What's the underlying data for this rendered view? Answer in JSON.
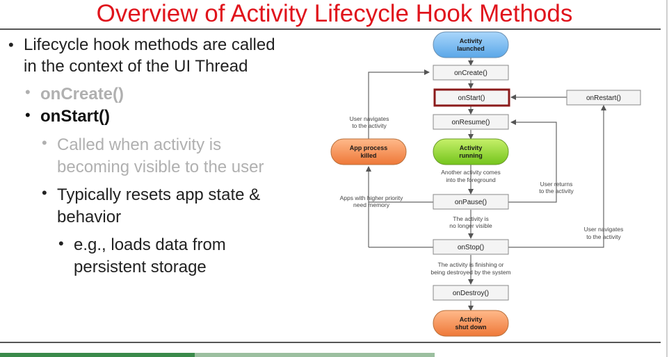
{
  "title": "Overview of Activity Lifecycle Hook Methods",
  "bullets": {
    "b1_line1": "Lifecycle hook methods are called",
    "b1_line2": "in the context of the UI Thread",
    "b2": "onCreate()",
    "b3": "onStart()",
    "b4_line1": "Called when activity is",
    "b4_line2": "becoming visible to the user",
    "b5_line1": "Typically resets app state &",
    "b5_line2": "behavior",
    "b6_line1": "e.g., loads data from",
    "b6_line2": "persistent storage"
  },
  "diagram": {
    "launched": [
      "Activity",
      "launched"
    ],
    "onCreate": "onCreate()",
    "onStart": "onStart()",
    "onRestart": "onRestart()",
    "onResume": "onResume()",
    "running": [
      "Activity",
      "running"
    ],
    "killed": [
      "App process",
      "killed"
    ],
    "onPause": "onPause()",
    "onStop": "onStop()",
    "onDestroy": "onDestroy()",
    "shutdown": [
      "Activity",
      "shut down"
    ],
    "user_nav_1": [
      "User navigates",
      "to the activity"
    ],
    "another_activity": [
      "Another activity comes",
      "into the foreground"
    ],
    "user_returns": [
      "User returns",
      "to the activity"
    ],
    "higher_priority": [
      "Apps with higher priority",
      "need memory"
    ],
    "no_longer_visible": [
      "The activity is",
      "no longer visible"
    ],
    "user_nav_2": [
      "User navigates",
      "to the activity"
    ],
    "finishing": [
      "The activity is finishing or",
      "being destroyed by the system"
    ]
  },
  "colors": {
    "title": "#e0141c",
    "launched": "#6cb4ec",
    "running": "#8ad12a",
    "orange": "#f0874a",
    "highlight": "#8b1a1a"
  }
}
